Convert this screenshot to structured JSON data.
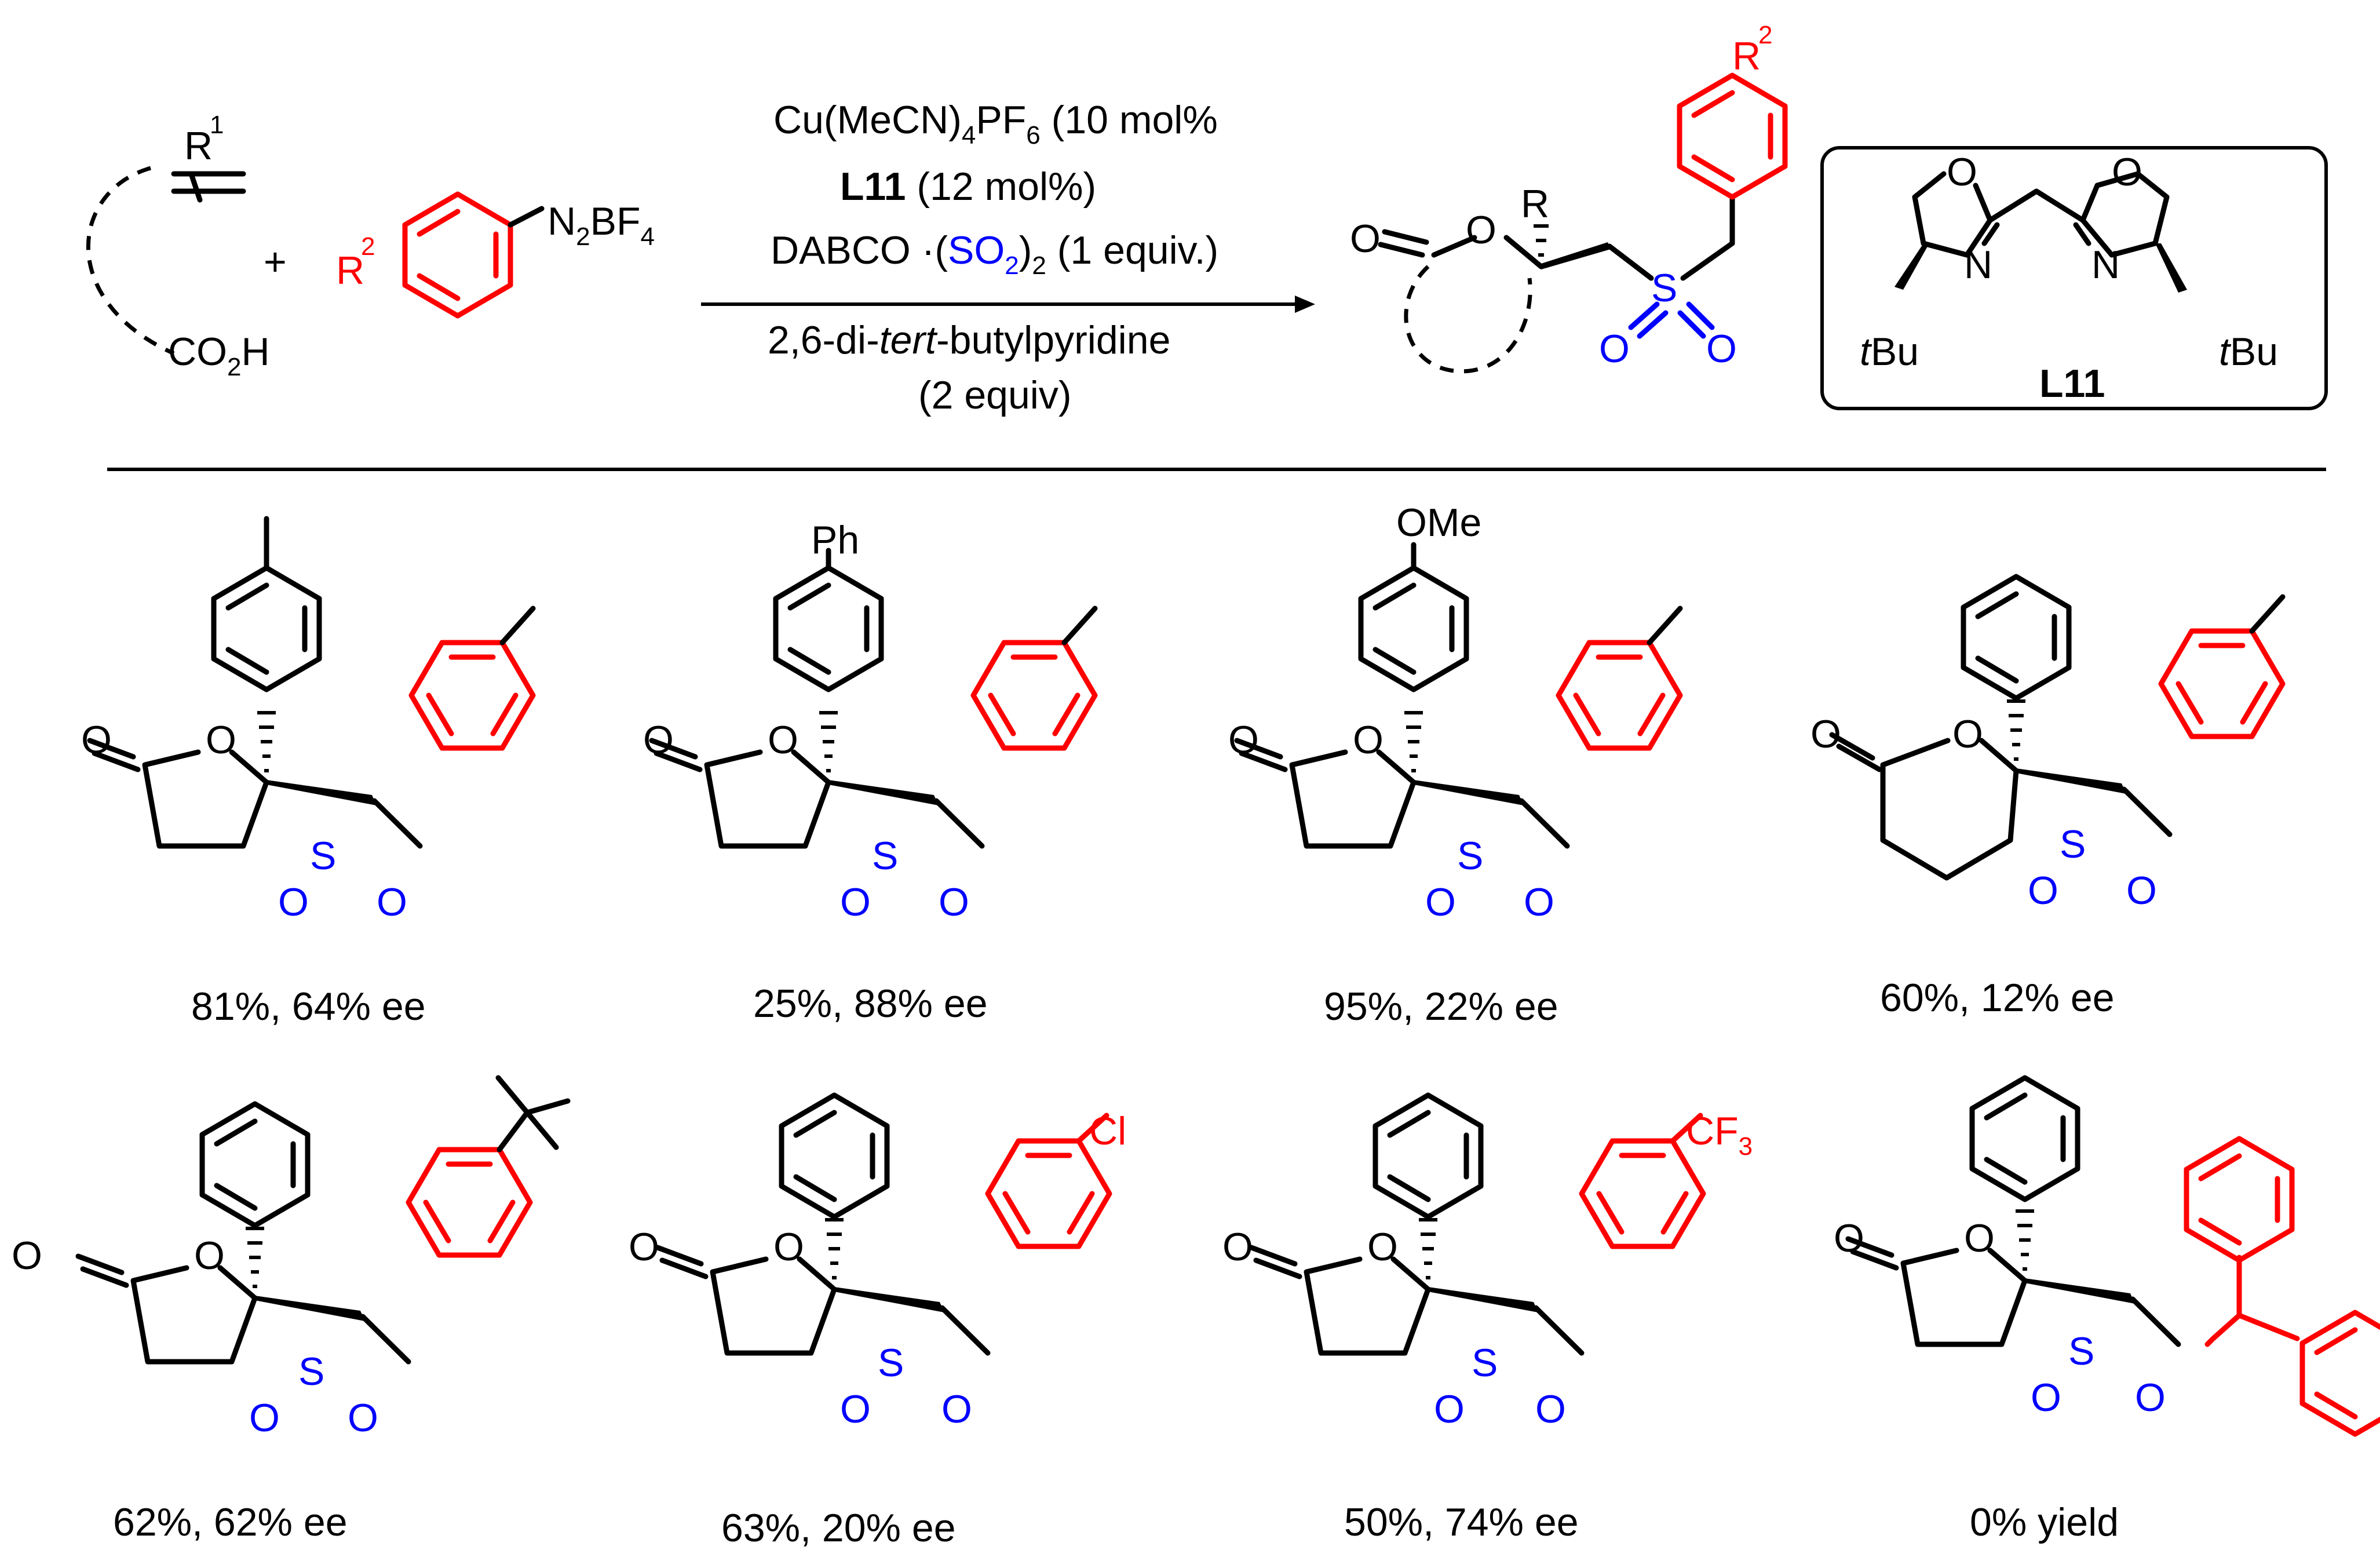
{
  "reaction": {
    "reagent_line1_a": "Cu(MeCN)",
    "reagent_line1_sub": "4",
    "reagent_line1_b": "PF",
    "reagent_line1_sub2": "6",
    "reagent_line1_c": " (10 mol%",
    "reagent_line2_bold": "L11",
    "reagent_line2_rest": " (12 mol%)",
    "reagent_line3_a": "DABCO ·(",
    "reagent_line3_blue": "SO",
    "reagent_line3_blue_sub": "2",
    "reagent_line3_b": ")",
    "reagent_line3_sub": "2",
    "reagent_line3_c": " (1 equiv.)",
    "reagent_line4_a": "2,6-di-",
    "reagent_line4_italic": "tert",
    "reagent_line4_b": "-butylpyridine",
    "reagent_line5": "(2 equiv)",
    "plus": "+",
    "substrate_r1": "R",
    "substrate_r1_sup": "1",
    "substrate_acid_a": "CO",
    "substrate_acid_sub": "2",
    "substrate_acid_b": "H",
    "diazonium_r2": "R",
    "diazonium_r2_sup": "2",
    "diazonium_n": "N",
    "diazonium_n_sub": "2",
    "diazonium_bf": "BF",
    "diazonium_bf_sub": "4",
    "product_o_carbonyl": "O",
    "product_o_ring": "O",
    "product_r": "R",
    "product_s": "S",
    "product_o1": "O",
    "product_o2": "O",
    "product_r2": "R",
    "product_r2_sup": "2"
  },
  "ligand": {
    "label": "L11",
    "o_left": "O",
    "o_right": "O",
    "n_left": "N",
    "n_right": "N",
    "tbu_left_italic": "t",
    "tbu_left": "Bu",
    "tbu_right_italic": "t",
    "tbu_right": "Bu"
  },
  "products": [
    {
      "substituent": "",
      "aryl": "",
      "yield": "81%, 64% ee"
    },
    {
      "substituent": "Ph",
      "aryl": "",
      "yield": "25%, 88% ee"
    },
    {
      "substituent": "OMe",
      "aryl": "",
      "yield": "95%, 22% ee"
    },
    {
      "substituent": "",
      "aryl": "",
      "yield": "60%, 12% ee"
    },
    {
      "substituent": "",
      "aryl": "",
      "yield": "62%, 62% ee"
    },
    {
      "substituent": "",
      "aryl": "Cl",
      "yield": "63%, 20% ee"
    },
    {
      "substituent": "",
      "aryl": "CF",
      "aryl_sub": "3",
      "yield": "50%, 74% ee"
    },
    {
      "substituent": "",
      "aryl": "",
      "yield": "0% yield"
    }
  ],
  "atom_labels": {
    "O": "O",
    "S": "S"
  },
  "colors": {
    "aryl": "#ff0000",
    "sulfonyl": "#0000ff",
    "ink": "#000000"
  }
}
